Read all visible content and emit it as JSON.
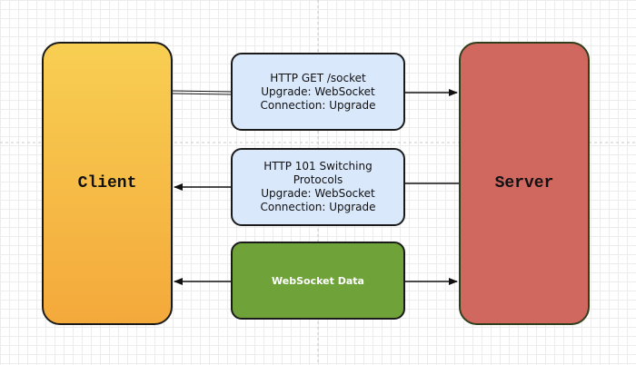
{
  "diagram": {
    "client": {
      "label": "Client"
    },
    "server": {
      "label": "Server"
    },
    "messages": [
      {
        "id": "request",
        "lines": [
          "HTTP GET /socket",
          "Upgrade: WebSocket",
          "Connection: Upgrade"
        ],
        "direction": "client-to-server"
      },
      {
        "id": "response",
        "lines": [
          "HTTP 101 Switching",
          "Protocols",
          "Upgrade: WebSocket",
          "Connection: Upgrade"
        ],
        "direction": "server-to-client"
      },
      {
        "id": "data",
        "lines": [
          "WebSocket Data"
        ],
        "direction": "bidirectional"
      }
    ]
  },
  "colors": {
    "client_top": "#f8cf52",
    "client_bottom": "#f4a93b",
    "server_fill": "#d0685f",
    "message_fill": "#dae8fc",
    "data_fill": "#6fa33a",
    "stroke": "#1a1a1a"
  }
}
